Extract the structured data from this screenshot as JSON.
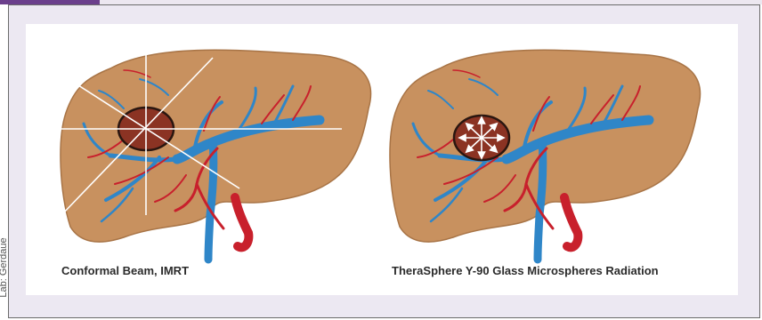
{
  "credit": "Lab: Gerdaue",
  "captions": {
    "left": "Conformal Beam, IMRT",
    "right": "TheraSphere Y-90 Glass Microspheres Radiation"
  },
  "colors": {
    "accent": "#6b3f8c",
    "frame_bg": "#ece8f2",
    "liver": "#c8915f",
    "liver_edge": "#a87446",
    "portal_vein": "#2f86c8",
    "artery": "#c8202c",
    "tumor": "#8b3323",
    "beam": "#ffffff"
  }
}
